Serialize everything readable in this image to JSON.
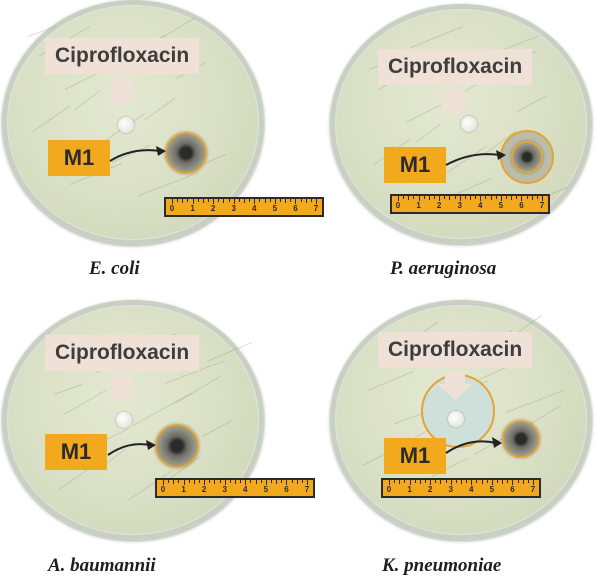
{
  "panels": [
    {
      "antibiotic": "Ciprofloxacin",
      "sample": "M1",
      "organism": "E. coli",
      "ruler_ticks": [
        "0",
        "1",
        "2",
        "3",
        "4",
        "5",
        "6",
        "7"
      ]
    },
    {
      "antibiotic": "Ciprofloxacin",
      "sample": "M1",
      "organism": "P. aeruginosa",
      "ruler_ticks": [
        "0",
        "1",
        "2",
        "3",
        "4",
        "5",
        "6",
        "7"
      ]
    },
    {
      "antibiotic": "Ciprofloxacin",
      "sample": "M1",
      "organism": "A. baumannii",
      "ruler_ticks": [
        "0",
        "1",
        "2",
        "3",
        "4",
        "5",
        "6",
        "7"
      ]
    },
    {
      "antibiotic": "Ciprofloxacin",
      "sample": "M1",
      "organism": "K. pneumoniae",
      "ruler_ticks": [
        "0",
        "1",
        "2",
        "3",
        "4",
        "5",
        "6",
        "7"
      ]
    }
  ],
  "colors": {
    "label_bg": "#efe1d6",
    "sample_bg": "#f3a91e",
    "ruler": "#f3a91e",
    "zone_outline": "#e2a43a"
  }
}
